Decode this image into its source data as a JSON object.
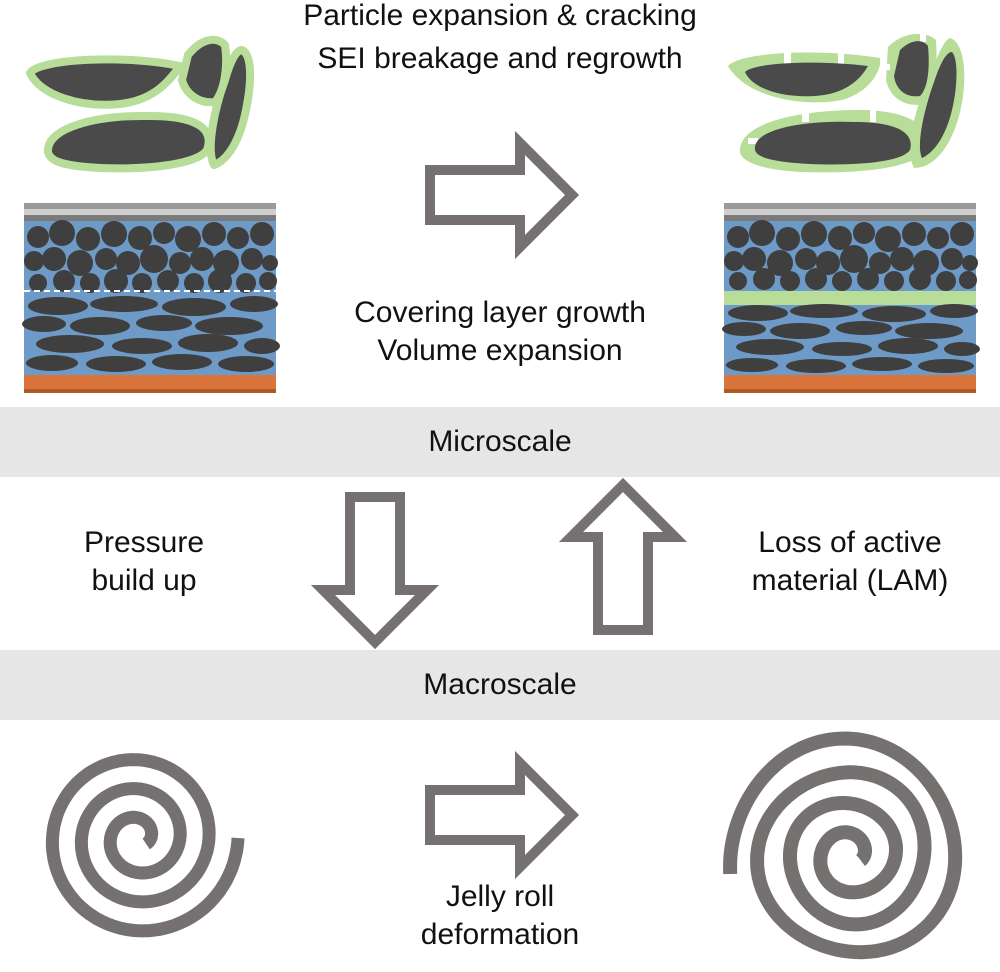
{
  "top": {
    "line1": "Particle expansion & cracking",
    "line2": "SEI breakage and regrowth"
  },
  "middle": {
    "line1": "Covering layer growth",
    "line2": "Volume expansion"
  },
  "bands": {
    "micro": "Microscale",
    "macro": "Macroscale"
  },
  "side": {
    "left_line1": "Pressure",
    "left_line2": "build up",
    "right_line1": "Loss of active",
    "right_line2": "material (LAM)"
  },
  "bottom": {
    "line1": "Jelly roll",
    "line2": "deformation"
  },
  "colors": {
    "particle": "#4a4a4a",
    "sei": "#b7dd98",
    "electrolyte": "#6d9ac6",
    "current_collector": "#d9753a",
    "arrow": "#767171",
    "band": "#e6e6e6"
  }
}
